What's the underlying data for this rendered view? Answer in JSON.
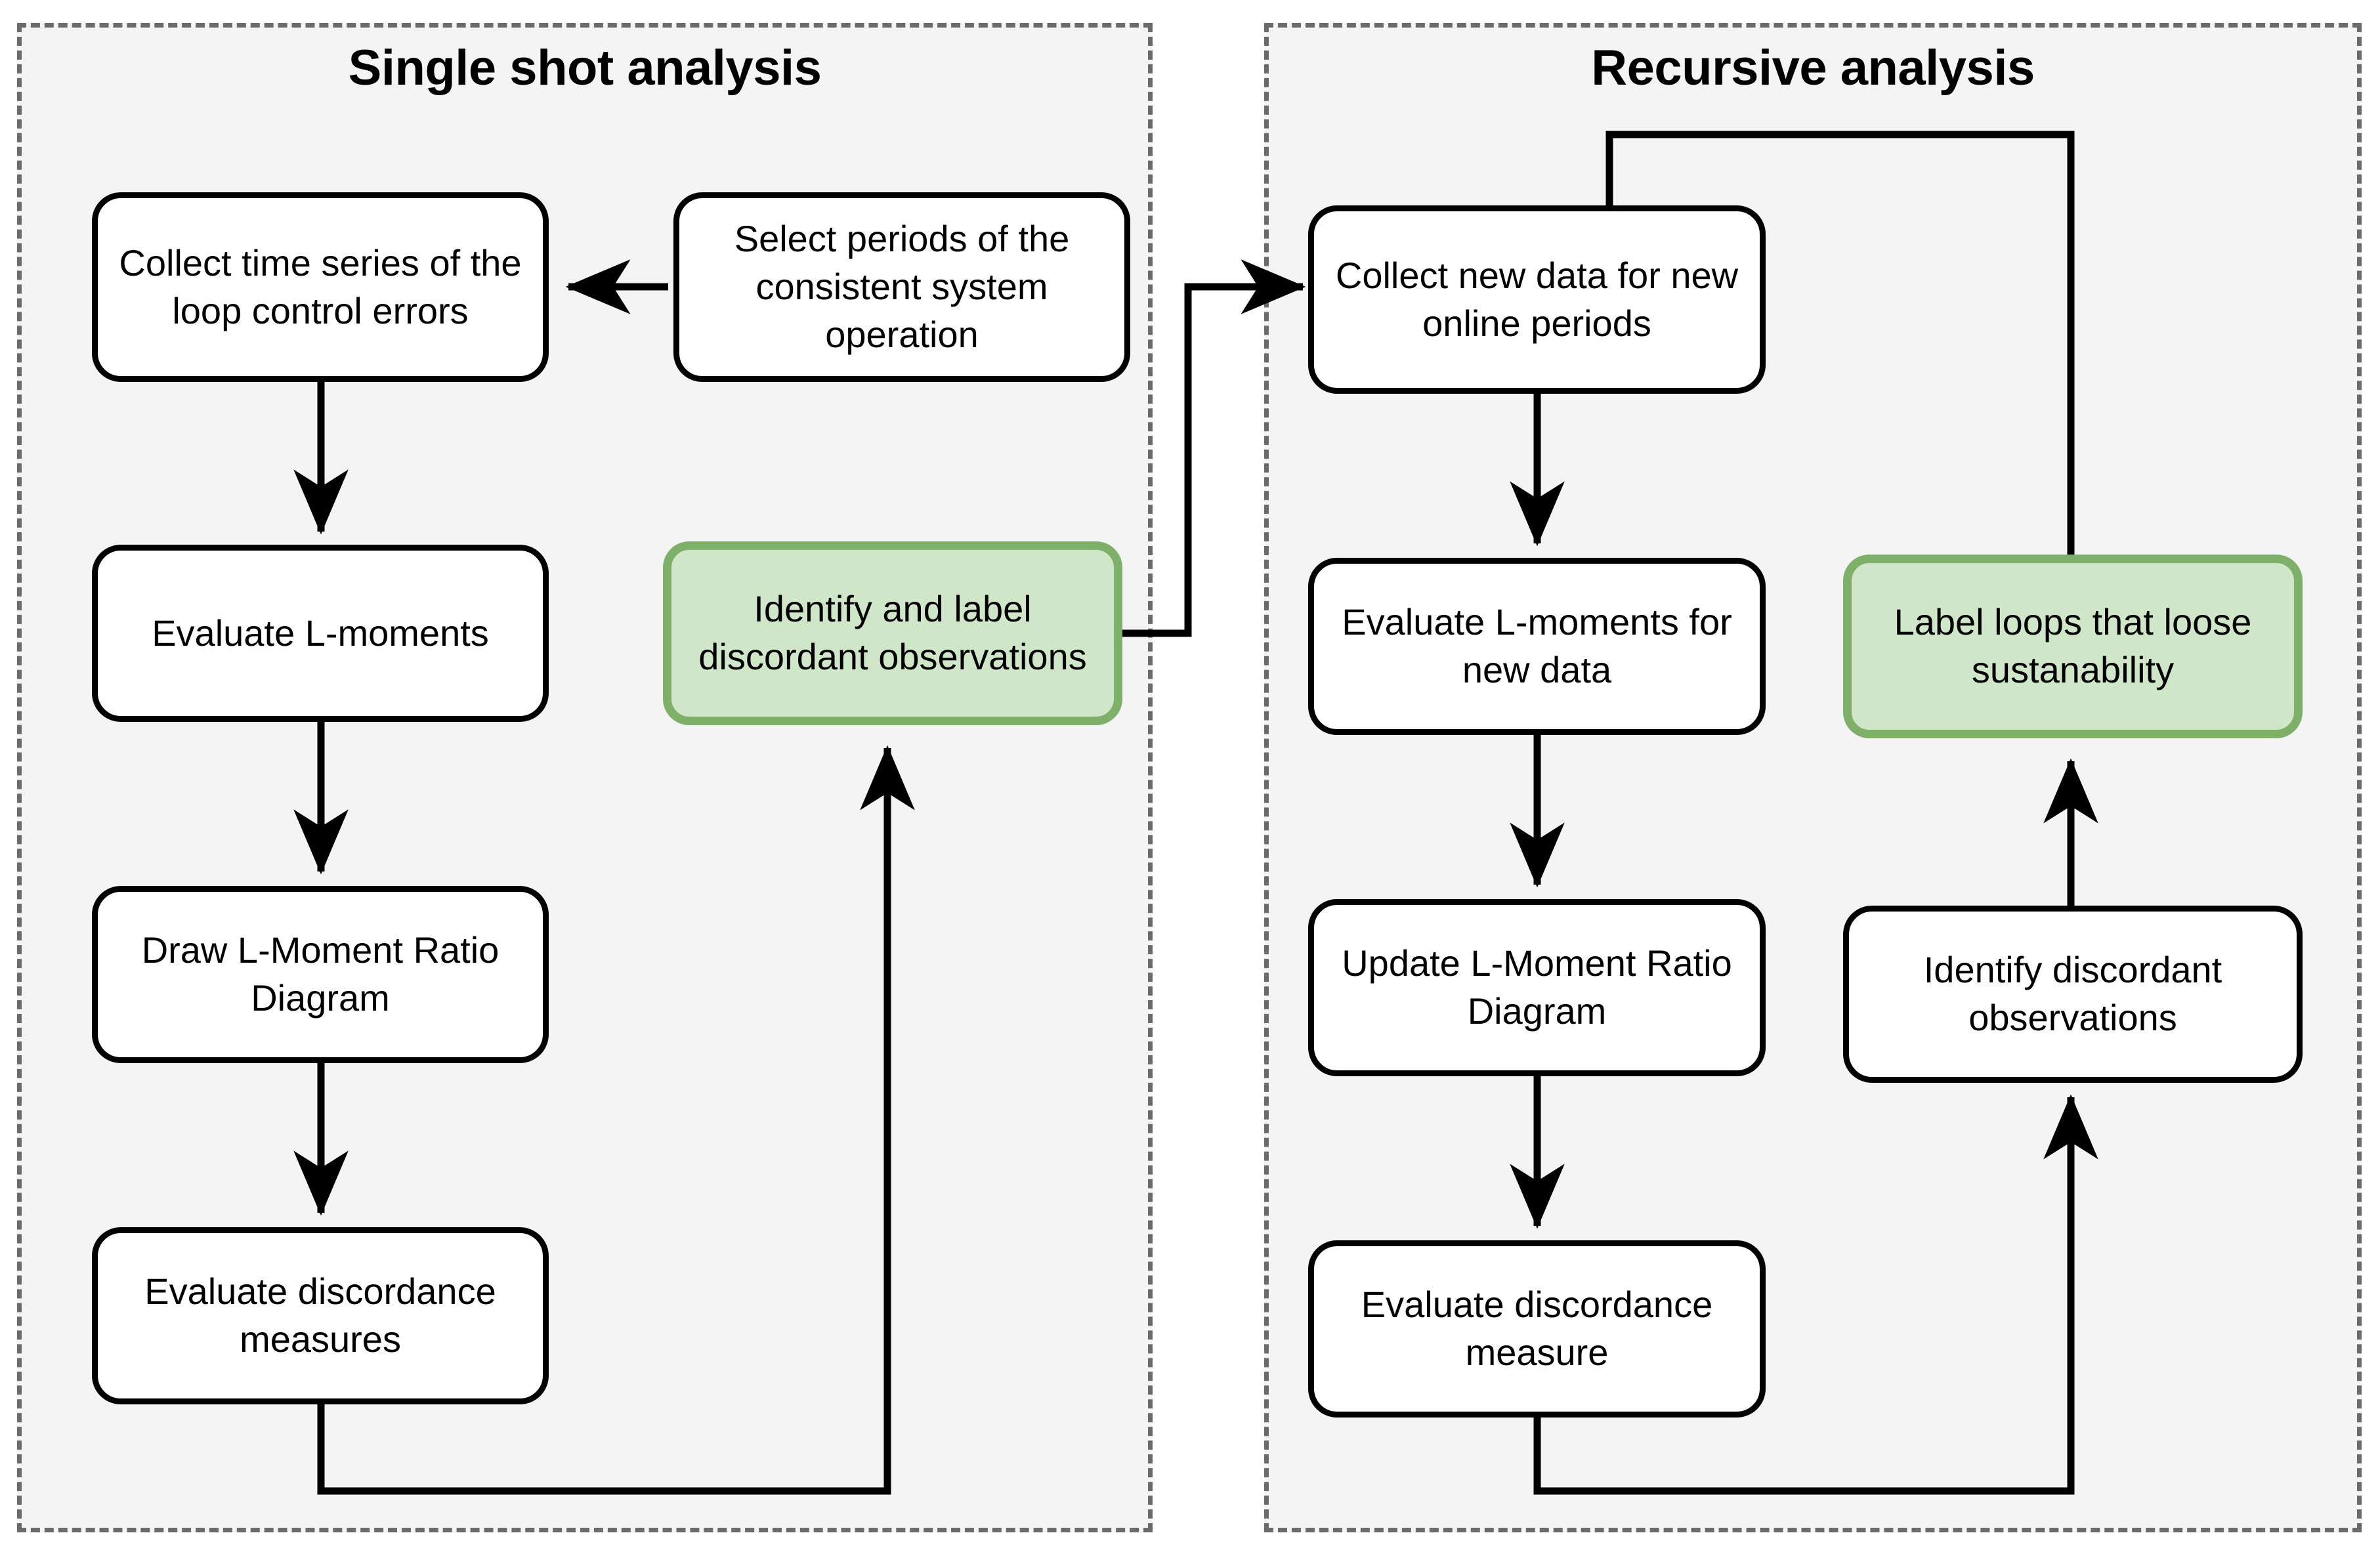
{
  "diagram": {
    "title_left": "Single shot analysis",
    "title_right": "Recursive analysis",
    "colors": {
      "panel_fill": "#f4f4f4",
      "panel_border": "#6b6b6b",
      "node_fill": "#ffffff",
      "node_border": "#000000",
      "highlight_fill": "#cfe6c8",
      "highlight_border": "#7fb069",
      "connector": "#000000",
      "text": "#000000"
    }
  },
  "panels": [
    {
      "id": "single-shot",
      "title": "Single shot analysis",
      "nodes": [
        {
          "id": "collect-time-series",
          "label": "Collect time series of the loop control errors",
          "highlight": false
        },
        {
          "id": "select-periods",
          "label": "Select periods of the consistent system operation",
          "highlight": false
        },
        {
          "id": "evaluate-l-moments",
          "label": "Evaluate L-moments",
          "highlight": false
        },
        {
          "id": "identify-label-discordant",
          "label": "Identify and label discordant observations",
          "highlight": true
        },
        {
          "id": "draw-lmrd",
          "label": "Draw L-Moment Ratio Diagram",
          "highlight": false
        },
        {
          "id": "evaluate-discordance-measures",
          "label": "Evaluate discordance measures",
          "highlight": false
        }
      ]
    },
    {
      "id": "recursive",
      "title": "Recursive analysis",
      "nodes": [
        {
          "id": "collect-new-data",
          "label": "Collect new data for new online periods",
          "highlight": false
        },
        {
          "id": "evaluate-l-moments-new",
          "label": "Evaluate L-moments for new data",
          "highlight": false
        },
        {
          "id": "label-loops-sustainability",
          "label": "Label loops that loose sustanability",
          "highlight": true
        },
        {
          "id": "update-lmrd",
          "label": "Update L-Moment Ratio Diagram",
          "highlight": false
        },
        {
          "id": "identify-discordant",
          "label": "Identify discordant observations",
          "highlight": false
        },
        {
          "id": "evaluate-discordance-measure",
          "label": "Evaluate discordance measure",
          "highlight": false
        }
      ]
    }
  ],
  "edges": [
    {
      "id": "select-to-collect",
      "from": "select-periods",
      "to": "collect-time-series",
      "kind": "arrow-left"
    },
    {
      "id": "collect-to-evaluate",
      "from": "collect-time-series",
      "to": "evaluate-l-moments",
      "kind": "arrow-down"
    },
    {
      "id": "evaluate-to-draw",
      "from": "evaluate-l-moments",
      "to": "draw-lmrd",
      "kind": "arrow-down"
    },
    {
      "id": "draw-to-discordance",
      "from": "draw-lmrd",
      "to": "evaluate-discordance-measures",
      "kind": "arrow-down"
    },
    {
      "id": "discordance-to-identify",
      "from": "evaluate-discordance-measures",
      "to": "identify-label-discordant",
      "kind": "elbow-up"
    },
    {
      "id": "identify-to-collect-new",
      "from": "identify-label-discordant",
      "to": "collect-new-data",
      "kind": "cross-panel"
    },
    {
      "id": "collectnew-to-evalnew",
      "from": "collect-new-data",
      "to": "evaluate-l-moments-new",
      "kind": "arrow-down"
    },
    {
      "id": "evalnew-to-update",
      "from": "evaluate-l-moments-new",
      "to": "update-lmrd",
      "kind": "arrow-down"
    },
    {
      "id": "update-to-measure",
      "from": "update-lmrd",
      "to": "evaluate-discordance-measure",
      "kind": "arrow-down"
    },
    {
      "id": "measure-to-identifydisc",
      "from": "evaluate-discordance-measure",
      "to": "identify-discordant",
      "kind": "elbow-up"
    },
    {
      "id": "identifydisc-to-label",
      "from": "identify-discordant",
      "to": "label-loops-sustainability",
      "kind": "arrow-up"
    },
    {
      "id": "label-to-collectnew",
      "from": "label-loops-sustainability",
      "to": "collect-new-data",
      "kind": "loop-back"
    }
  ]
}
